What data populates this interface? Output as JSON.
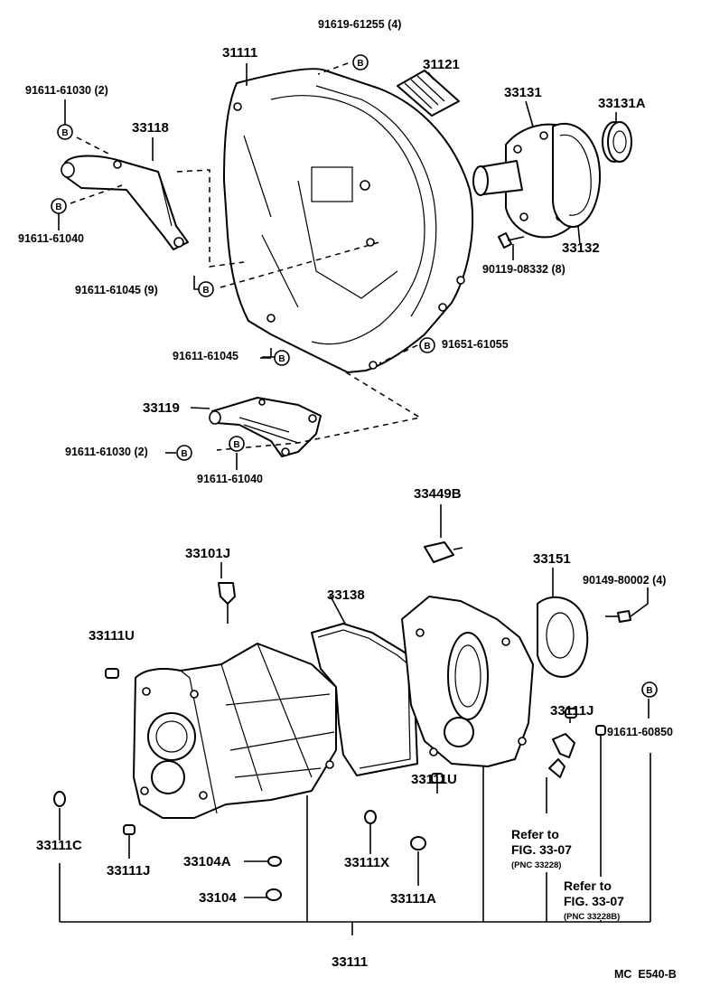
{
  "bolt_symbol": "B",
  "labels": {
    "p31111_top": "31111",
    "p91619_61255": "91619-61255 (4)",
    "p31121": "31121",
    "p91611_61030_a": "91611-61030 (2)",
    "p33118": "33118",
    "p33131": "33131",
    "p33131A": "33131A",
    "p91611_61040_a": "91611-61040",
    "p33132": "33132",
    "p90119_08332": "90119-08332 (8)",
    "p91611_61045_9": "91611-61045 (9)",
    "p91611_61045": "91611-61045",
    "p91651_61055": "91651-61055",
    "p33119": "33119",
    "p91611_61030_b": "91611-61030 (2)",
    "p91611_61040_b": "91611-61040",
    "p33449B": "33449B",
    "p33101J": "33101J",
    "p33151": "33151",
    "p33138": "33138",
    "p90149_80002": "90149-80002 (4)",
    "p33111U_a": "33111U",
    "p33111J_a": "33111J",
    "p91611_60850": "91611-60850",
    "p33111U_b": "33111U",
    "p33111C": "33111C",
    "p33111J_b": "33111J",
    "p33104A": "33104A",
    "p33111X": "33111X",
    "p33104": "33104",
    "p33111A": "33111A",
    "p33111_bottom": "33111"
  },
  "references": [
    {
      "line1": "Refer to",
      "line2": "FIG. 33-07",
      "line3": "(PNC 33228)"
    },
    {
      "line1": "Refer to",
      "line2": "FIG. 33-07",
      "line3": "(PNC 33228B)"
    }
  ],
  "footer_code": "MC  E540-B"
}
